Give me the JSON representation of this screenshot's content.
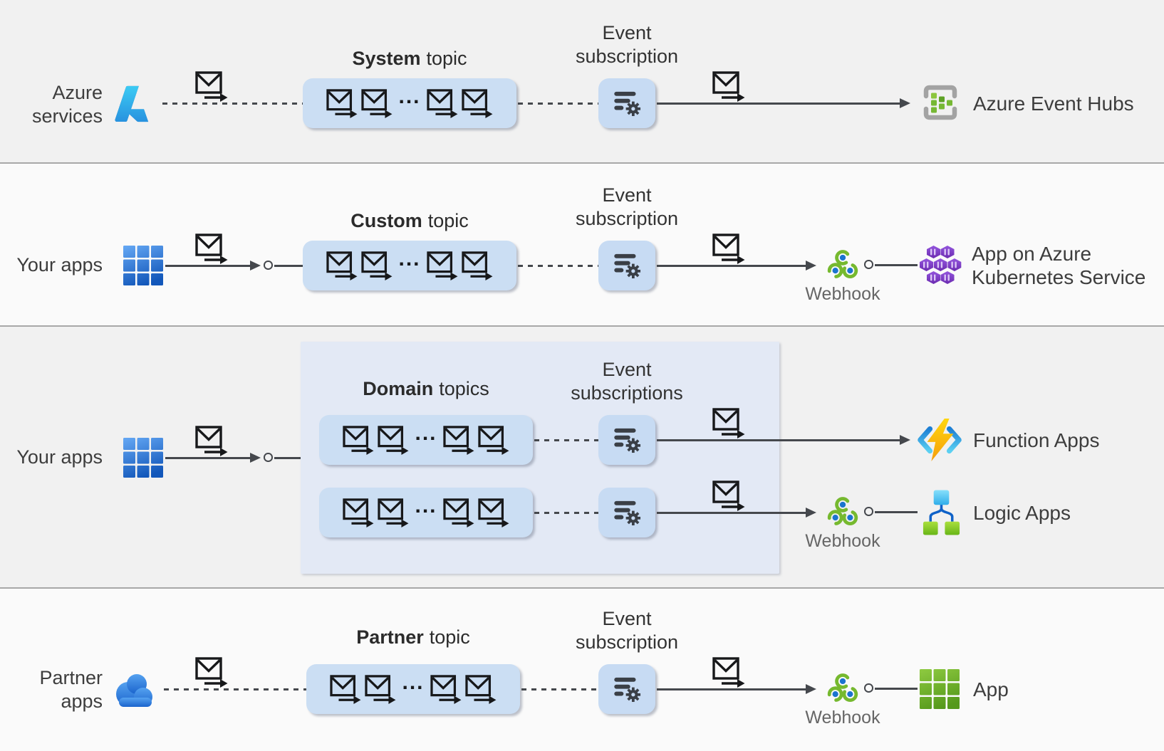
{
  "ellipsis": "...",
  "colors": {
    "band_gray": "#f1f1f1",
    "band_light": "#fafafa",
    "topic_box_fill": "#cbdef3",
    "subscription_box_fill": "#c7dbf3",
    "domain_container_fill": "#e3e9f5",
    "connector": "#45484d",
    "webhook_green": "#76b92f",
    "webhook_dot_blue": "#1b74cf",
    "event_hubs_green": "#76b834",
    "aks_purple": "#8741d6",
    "text": "#3d3d3d"
  },
  "rows": [
    {
      "source_line1": "Azure",
      "source_line2": "services",
      "source_icon": "azure-logo",
      "topic_bold": "System",
      "topic_rest": "topic",
      "sub_line1": "Event",
      "sub_line2": "subscription",
      "target_label": "Azure Event Hubs",
      "target_icon": "azure-event-hubs"
    },
    {
      "source_line1": "Your apps",
      "source_icon": "app-grid-blue",
      "topic_bold": "Custom",
      "topic_rest": "topic",
      "sub_line1": "Event",
      "sub_line2": "subscription",
      "webhook_label": "Webhook",
      "target_line1": "App on Azure",
      "target_line2": "Kubernetes Service",
      "target_icon": "azure-kubernetes-service"
    },
    {
      "source_line1": "Your apps",
      "source_icon": "app-grid-blue",
      "group_bold": "Domain",
      "group_rest": "topics",
      "sub_line1": "Event",
      "sub_line2": "subscriptions",
      "webhook_label": "Webhook",
      "target1_label": "Function Apps",
      "target1_icon": "function-apps",
      "target2_label": "Logic Apps",
      "target2_icon": "logic-apps"
    },
    {
      "source_line1": "Partner",
      "source_line2": "apps",
      "source_icon": "partner-cloud",
      "topic_bold": "Partner",
      "topic_rest": "topic",
      "sub_line1": "Event",
      "sub_line2": "subscription",
      "webhook_label": "Webhook",
      "target_label": "App",
      "target_icon": "app-grid-green"
    }
  ]
}
